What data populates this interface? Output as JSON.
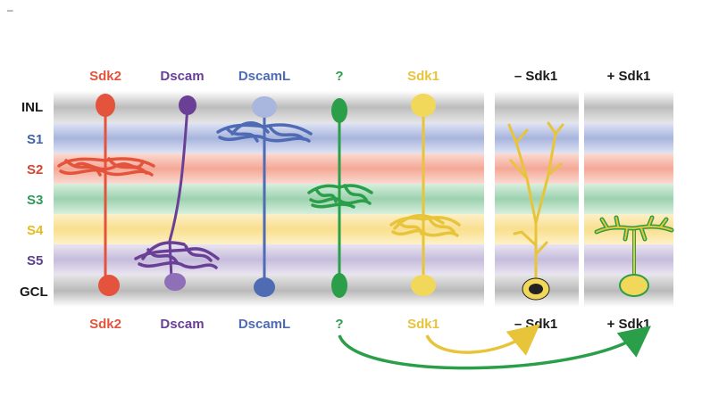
{
  "corner_mark": "–",
  "layers": [
    {
      "label": "INL",
      "color": "#1a1a1a"
    },
    {
      "label": "S1",
      "color": "#3f63a6"
    },
    {
      "label": "S2",
      "color": "#d9442e"
    },
    {
      "label": "S3",
      "color": "#2f9a5c"
    },
    {
      "label": "S4",
      "color": "#e7bb1c"
    },
    {
      "label": "S5",
      "color": "#5b3f8c"
    },
    {
      "label": "GCL",
      "color": "#1a1a1a"
    }
  ],
  "neurons": [
    {
      "name": "Sdk2",
      "color": "#e4533c"
    },
    {
      "name": "Dscam",
      "color": "#6a3f96"
    },
    {
      "name": "DscamL",
      "color": "#4f6bb4"
    },
    {
      "name": "?",
      "color": "#2a9e48"
    },
    {
      "name": "Sdk1",
      "color": "#e8c43a"
    }
  ],
  "panels": [
    {
      "label": "– Sdk1",
      "color": "#1a1a1a"
    },
    {
      "label": "+ Sdk1",
      "color": "#1a1a1a"
    }
  ],
  "arrow_colors": {
    "yellow": "#e8c43a",
    "green": "#2a9e48"
  }
}
